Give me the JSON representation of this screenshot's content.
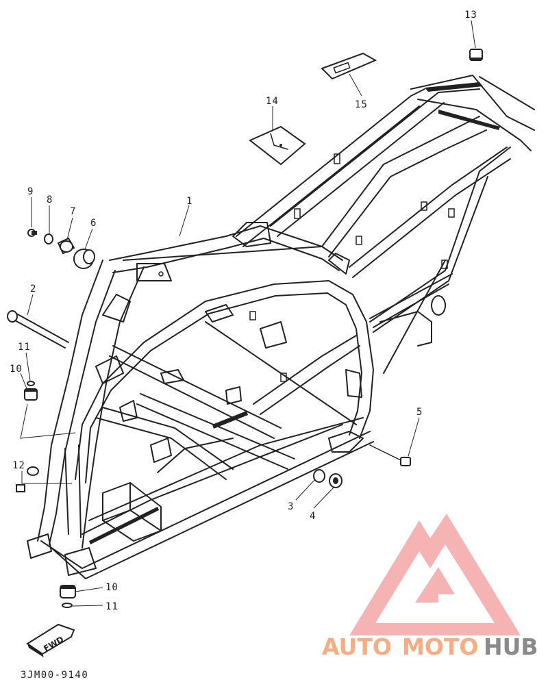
{
  "diagram": {
    "drawing_code": "3JM00-9140",
    "callouts": {
      "c1": "1",
      "c2": "2",
      "c3": "3",
      "c4": "4",
      "c5": "5",
      "c6": "6",
      "c7": "7",
      "c8": "8",
      "c9": "9",
      "c10a": "10",
      "c10b": "10",
      "c11a": "11",
      "c11b": "11",
      "c12": "12",
      "c13": "13",
      "c14": "14",
      "c15": "15"
    },
    "fwd_label": "FWD"
  },
  "watermark": {
    "text_orange_1": "AUTO",
    "text_orange_2": "MOTO",
    "text_gray": "HUB",
    "colors": {
      "orange": "#f6ad84",
      "gray": "#8a8a8a",
      "triangle": "#f4a6a6"
    }
  }
}
